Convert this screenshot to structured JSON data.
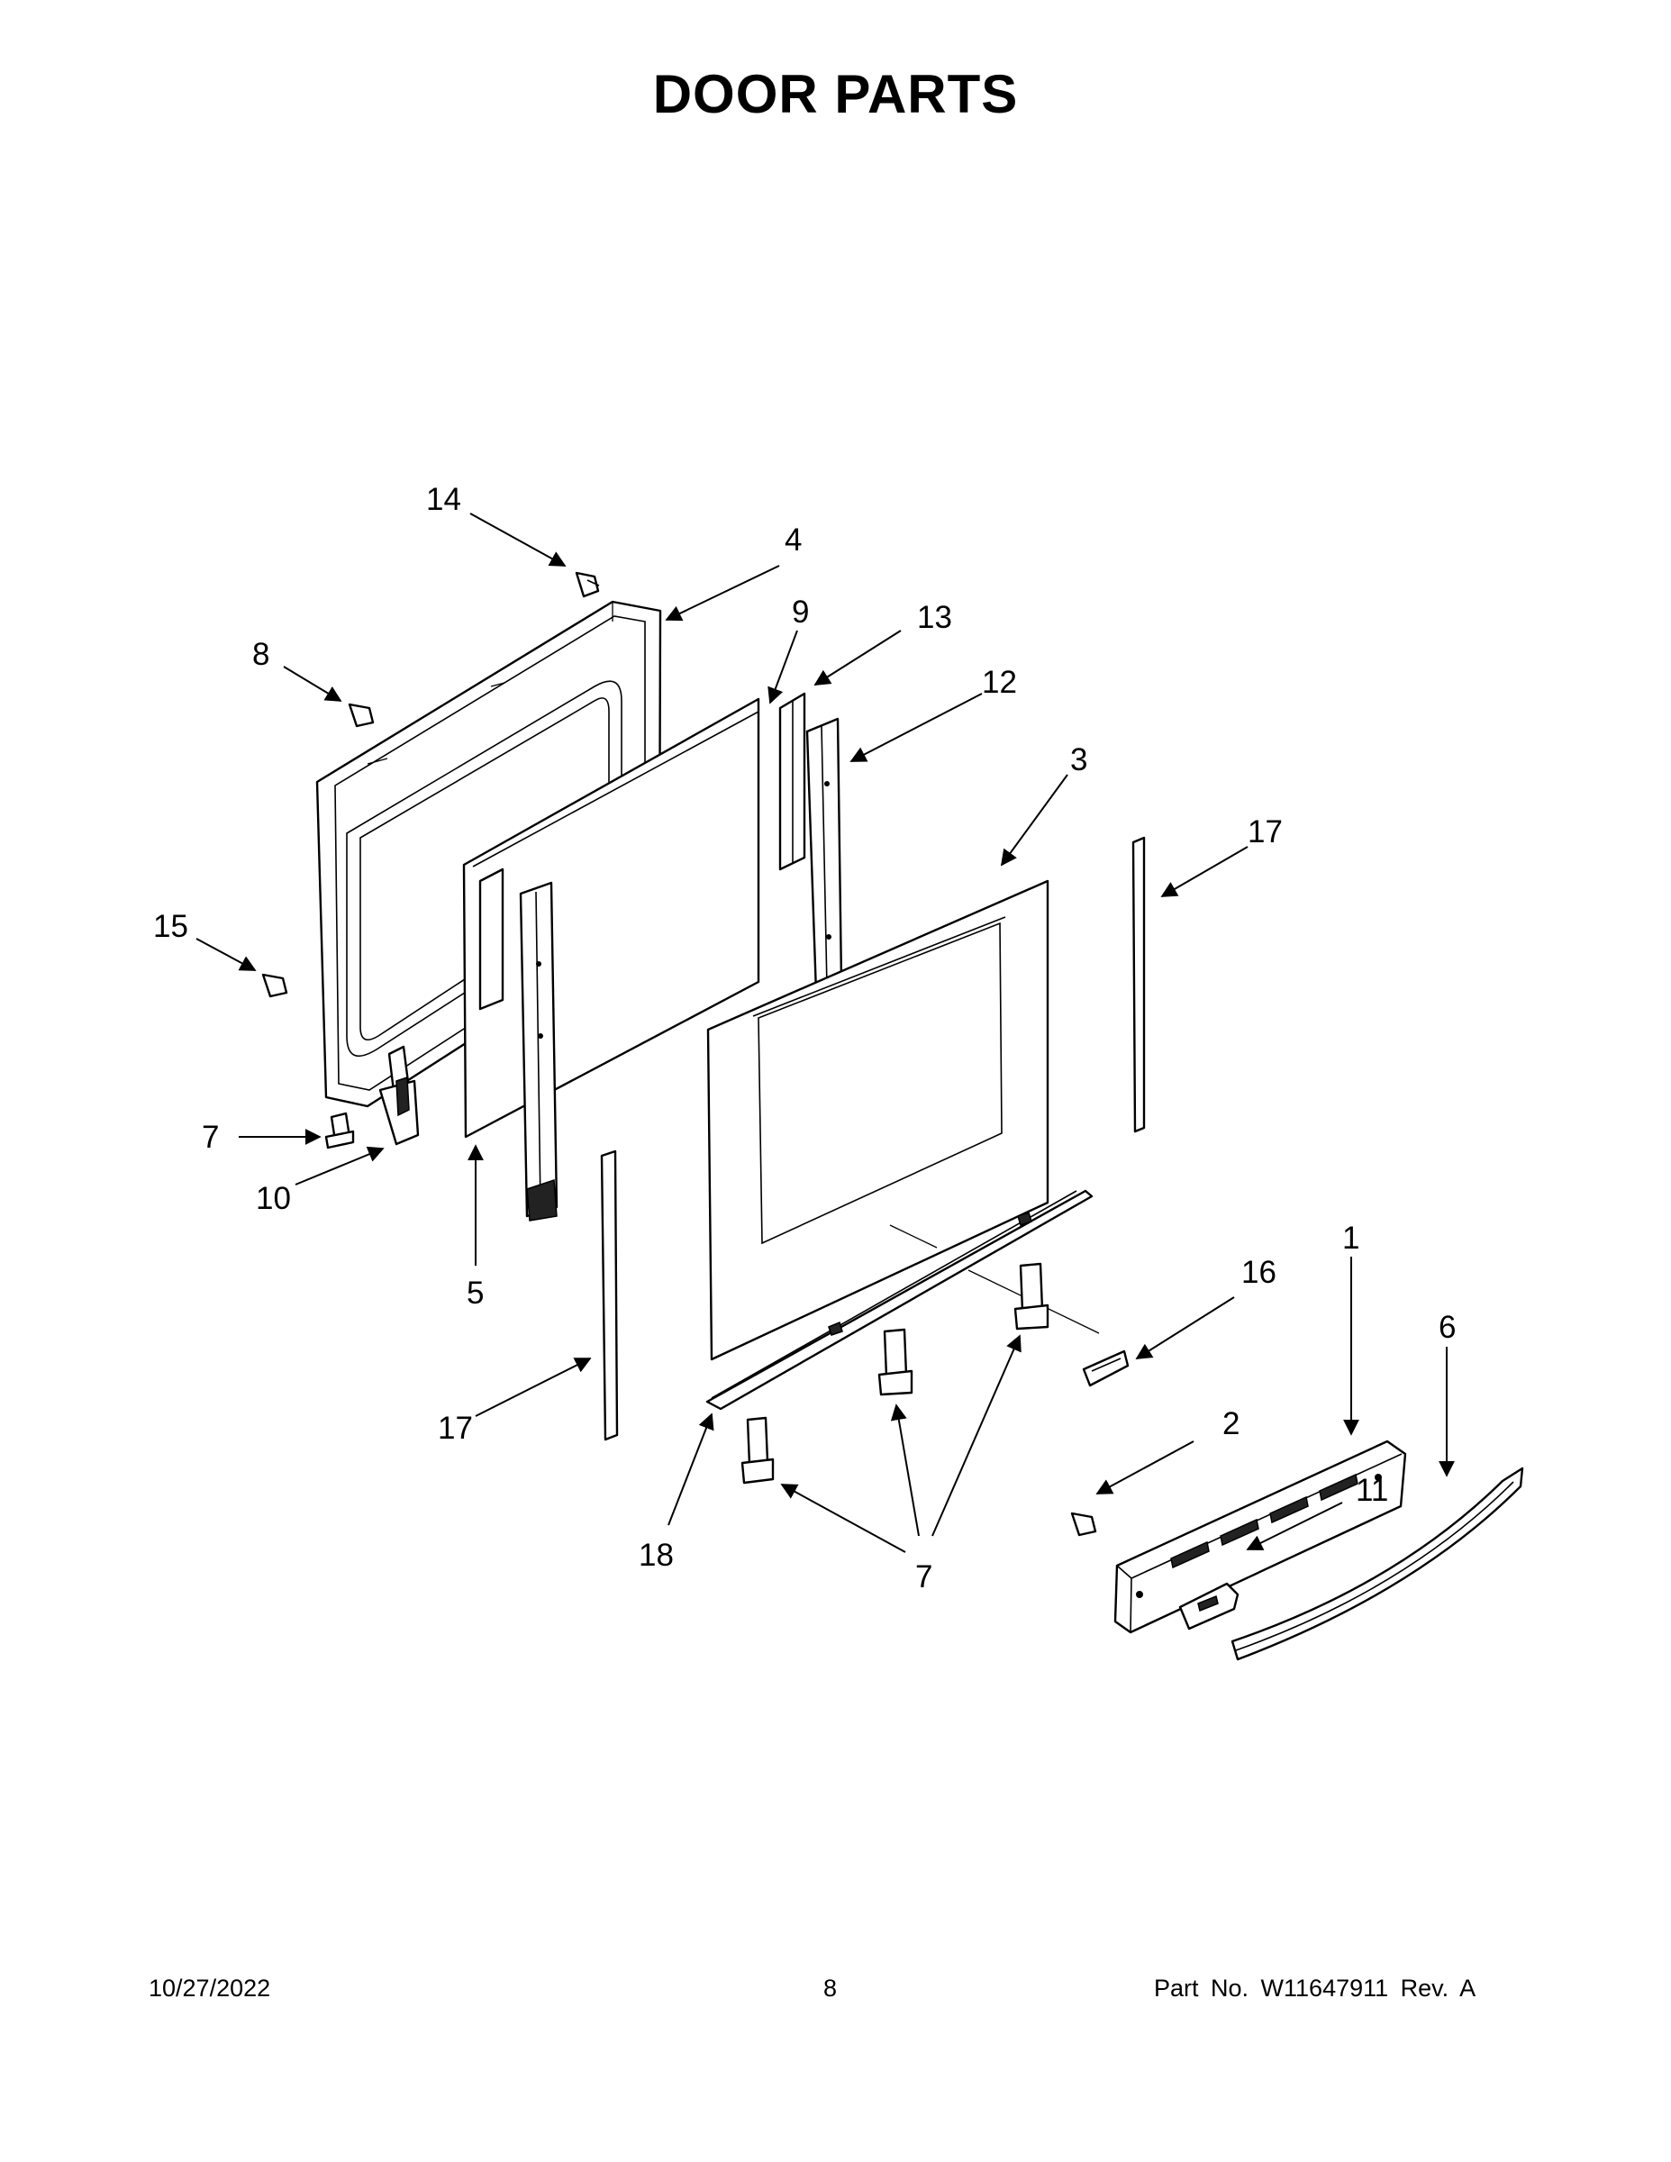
{
  "title": "DOOR PARTS",
  "footer": {
    "date": "10/27/2022",
    "page": "8",
    "part": "Part No.  W11647911  Rev.  A"
  },
  "callouts": {
    "c14": "14",
    "c4": "4",
    "c9": "9",
    "c13": "13",
    "c8": "8",
    "c12": "12",
    "c3": "3",
    "c17a": "17",
    "c15": "15",
    "c7a": "7",
    "c10": "10",
    "c5": "5",
    "c16": "16",
    "c1": "1",
    "c6": "6",
    "c17b": "17",
    "c2": "2",
    "c11": "11",
    "c18": "18",
    "c7b": "7"
  }
}
